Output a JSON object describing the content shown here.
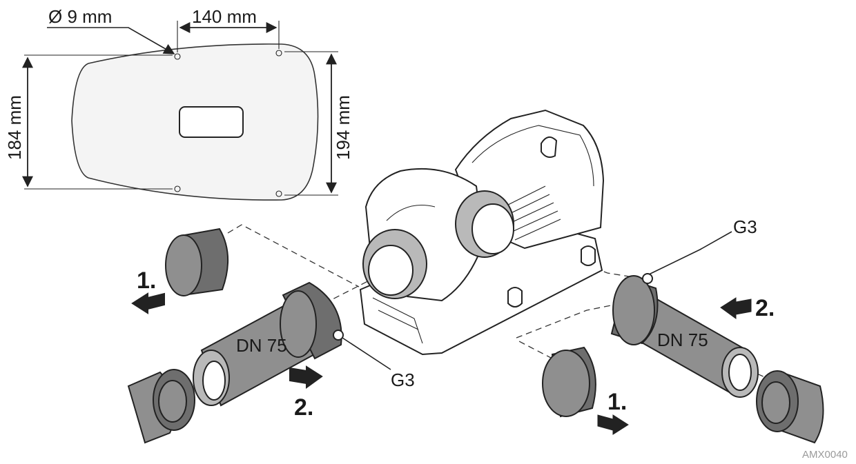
{
  "dimensions": {
    "hole_diameter": "Ø 9 mm",
    "hole_spacing": "140 mm",
    "plate_height_left": "184 mm",
    "plate_height_right": "194 mm"
  },
  "left_assembly": {
    "step_remove_cap": "1.",
    "step_insert_hose": "2.",
    "tube_label": "DN 75",
    "thread_label": "G3"
  },
  "right_assembly": {
    "step_remove_cap": "1.",
    "step_insert_hose": "2.",
    "tube_label": "DN 75",
    "thread_label": "G3"
  },
  "drawing_code": "AMX0040",
  "colors": {
    "line": "#222222",
    "tube": "#8f8f8f",
    "cap": "#6e6e6e",
    "hose": "#7a7a7a"
  }
}
